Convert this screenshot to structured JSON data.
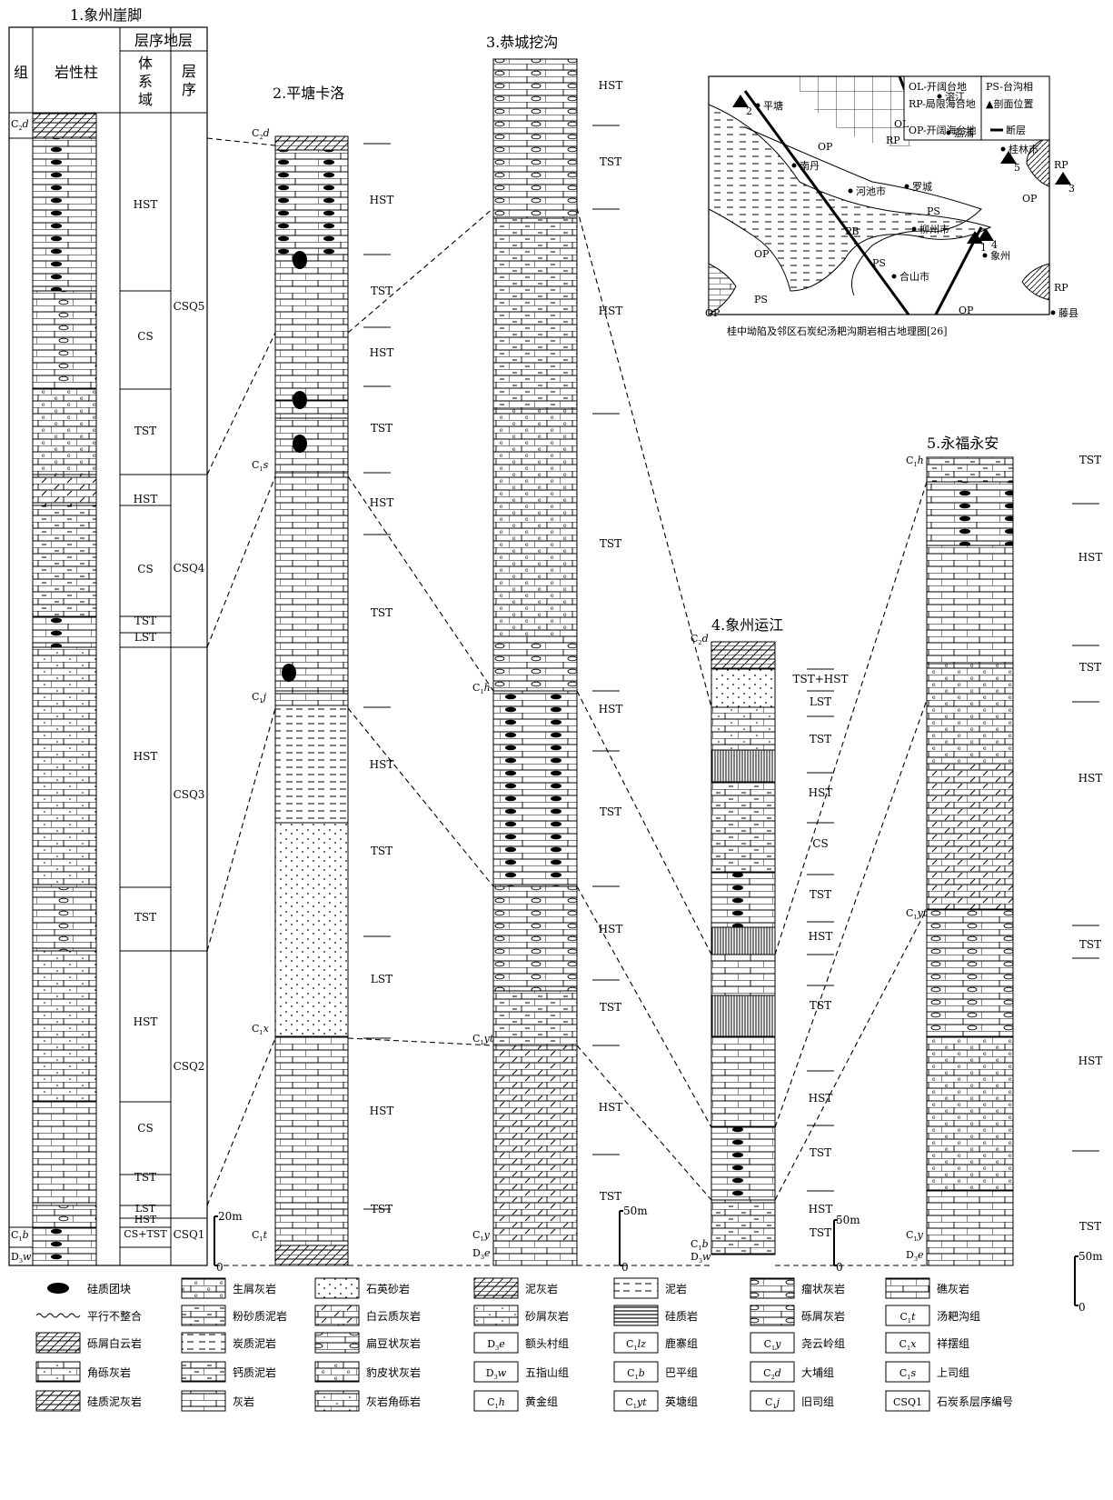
{
  "sections": [
    {
      "title": "1.象州崖脚"
    },
    {
      "title": "2.平塘卡洛"
    },
    {
      "title": "3.恭城挖沟"
    },
    {
      "title": "4.象州运江"
    },
    {
      "title": "5.永福永安"
    }
  ],
  "section1_header": {
    "group": "组",
    "lithology_column": "岩性柱",
    "sequence_strata": "层序地层",
    "systems_tract": "体系域",
    "sequence": "层序"
  },
  "section1": {
    "formations": [
      "C2d",
      "C1b",
      "D3w"
    ],
    "tracts": [
      "HST",
      "CS",
      "TST",
      "HST",
      "CS",
      "TST",
      "LST",
      "HST",
      "TST",
      "HST",
      "CS",
      "TST",
      "LST",
      "HST",
      "CS+TST"
    ],
    "sequences": [
      "CSQ5",
      "CSQ4",
      "CSQ3",
      "CSQ2",
      "CSQ1"
    ],
    "scale": [
      "20m",
      "0"
    ]
  },
  "section2": {
    "formations": [
      "C2d",
      "C1s",
      "C1j",
      "C1x",
      "C1t"
    ],
    "tracts": [
      "HST",
      "TST",
      "HST",
      "TST",
      "HST",
      "TST",
      "HST",
      "TST",
      "LST",
      "HST",
      "TST"
    ]
  },
  "section3": {
    "formations": [
      "C1h",
      "C1yt",
      "C1y",
      "D3e"
    ],
    "tracts": [
      "HST",
      "TST",
      "HST",
      "TST",
      "HST",
      "TST",
      "HST",
      "TST",
      "HST",
      "TST"
    ],
    "scale": [
      "50m",
      "0"
    ]
  },
  "section4": {
    "formations": [
      "C2d",
      "C1b",
      "D3w"
    ],
    "tracts": [
      "TST+HST",
      "LST",
      "TST",
      "HST",
      "CS",
      "TST",
      "HST",
      "TST",
      "HST",
      "TST",
      "HST",
      "TST"
    ],
    "scale": [
      "50m",
      "0"
    ]
  },
  "section5": {
    "formations": [
      "C1h",
      "C1yt",
      "C1y",
      "D3e"
    ],
    "tracts": [
      "TST",
      "HST",
      "TST",
      "HST",
      "TST",
      "HST",
      "TST"
    ],
    "scale": [
      "50m",
      "0"
    ]
  },
  "map": {
    "caption": "桂中坳陷及邻区石炭纪汤耙沟期岩相古地理图[26]",
    "legend": [
      "OL-开阔台地",
      "PS-台沟相",
      "RP-局限海台地",
      "▲剖面位置",
      "OP-开阔海台地",
      "断层"
    ],
    "places": [
      "平塘",
      "南丹",
      "河池市",
      "罗城",
      "柳州市",
      "象州",
      "合山市",
      "桂林市",
      "荔浦",
      "藤县",
      "溶江"
    ],
    "zones": [
      "OP",
      "RP",
      "PS",
      "PB",
      "OL"
    ],
    "site_numbers": [
      "1",
      "2",
      "3",
      "4",
      "5"
    ]
  },
  "legend": [
    {
      "key": "nodule",
      "label": "硅质团块"
    },
    {
      "key": "bio",
      "label": "生屑灰岩"
    },
    {
      "key": "sand",
      "label": "石英砂岩"
    },
    {
      "key": "marl",
      "label": "泥灰岩"
    },
    {
      "key": "mud",
      "label": "泥岩"
    },
    {
      "key": "nodular",
      "label": "瘤状灰岩"
    },
    {
      "key": "reef",
      "label": "礁灰岩"
    },
    {
      "key": "unconf",
      "label": "平行不整合"
    },
    {
      "key": "silty",
      "label": "粉砂质泥岩"
    },
    {
      "key": "dolo",
      "label": "白云质灰岩"
    },
    {
      "key": "dust",
      "label": "砂屑灰岩"
    },
    {
      "key": "silic",
      "label": "硅质岩"
    },
    {
      "key": "gravel",
      "label": "砾屑灰岩"
    },
    {
      "key": "fm",
      "label": "汤耙沟组",
      "code": "C1t"
    },
    {
      "key": "gdolo",
      "label": "砾屑白云岩"
    },
    {
      "key": "carb",
      "label": "炭质泥岩"
    },
    {
      "key": "lens",
      "label": "扁豆状灰岩"
    },
    {
      "key": "fm",
      "label": "额头村组",
      "code": "D3e"
    },
    {
      "key": "fm",
      "label": "鹿寨组",
      "code": "C1lz"
    },
    {
      "key": "fm",
      "label": "尧云岭组",
      "code": "C1y"
    },
    {
      "key": "fm",
      "label": "祥摆组",
      "code": "C1x"
    },
    {
      "key": "breccia",
      "label": "角砾灰岩"
    },
    {
      "key": "calc",
      "label": "钙质泥岩"
    },
    {
      "key": "leopard",
      "label": "豹皮状灰岩"
    },
    {
      "key": "fm",
      "label": "五指山组",
      "code": "D3w"
    },
    {
      "key": "fm",
      "label": "巴平组",
      "code": "C1b"
    },
    {
      "key": "fm",
      "label": "大埔组",
      "code": "C2d"
    },
    {
      "key": "fm",
      "label": "上司组",
      "code": "C1s"
    },
    {
      "key": "silmud",
      "label": "硅质泥灰岩"
    },
    {
      "key": "lime",
      "label": "灰岩"
    },
    {
      "key": "lbrec",
      "label": "灰岩角砾岩"
    },
    {
      "key": "fm",
      "label": "黄金组",
      "code": "C1h"
    },
    {
      "key": "fm",
      "label": "英塘组",
      "code": "C1yt"
    },
    {
      "key": "fm",
      "label": "旧司组",
      "code": "C1j"
    },
    {
      "key": "fm",
      "label": "石炭系层序编号",
      "code": "CSQ1"
    }
  ]
}
